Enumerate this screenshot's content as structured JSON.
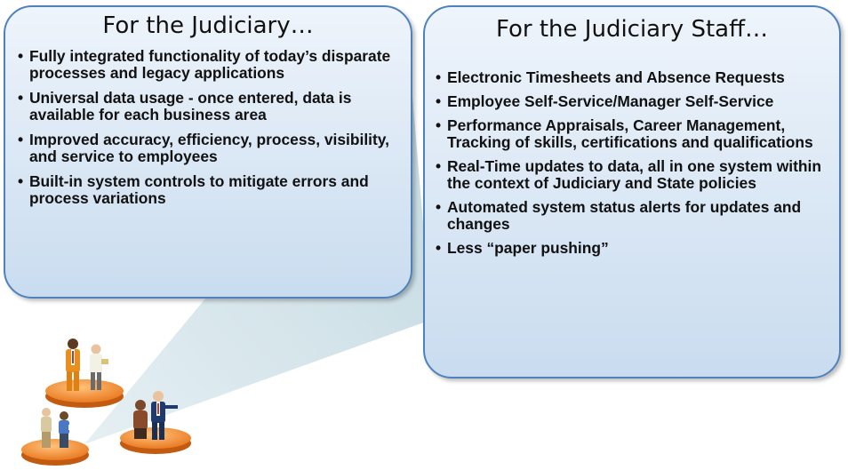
{
  "left_panel": {
    "title": "For the Judiciary…",
    "items": [
      "Fully integrated functionality of today’s disparate processes and legacy applications",
      "Universal data usage - once entered, data is available for each business area",
      "Improved accuracy, efficiency, process, visibility, and service to employees",
      "Built-in system controls to mitigate errors and process variations"
    ]
  },
  "right_panel": {
    "title": "For the Judiciary Staff…",
    "items": [
      "Electronic Timesheets and Absence Requests",
      "Employee Self-Service/Manager Self-Service",
      "Performance Appraisals, Career Management, Tracking of skills, certifications and qualifications",
      "Real-Time updates to data, all in one system within the context of Judiciary and State policies",
      "Automated system status alerts for updates and changes",
      "Less “paper pushing”"
    ]
  },
  "colors": {
    "panel_border": "#4f81bd",
    "panel_fill_top": "#eef4fb",
    "panel_fill_bottom": "#c9dcef",
    "beam": "#c6dbe3",
    "platform": "#f0953a"
  }
}
